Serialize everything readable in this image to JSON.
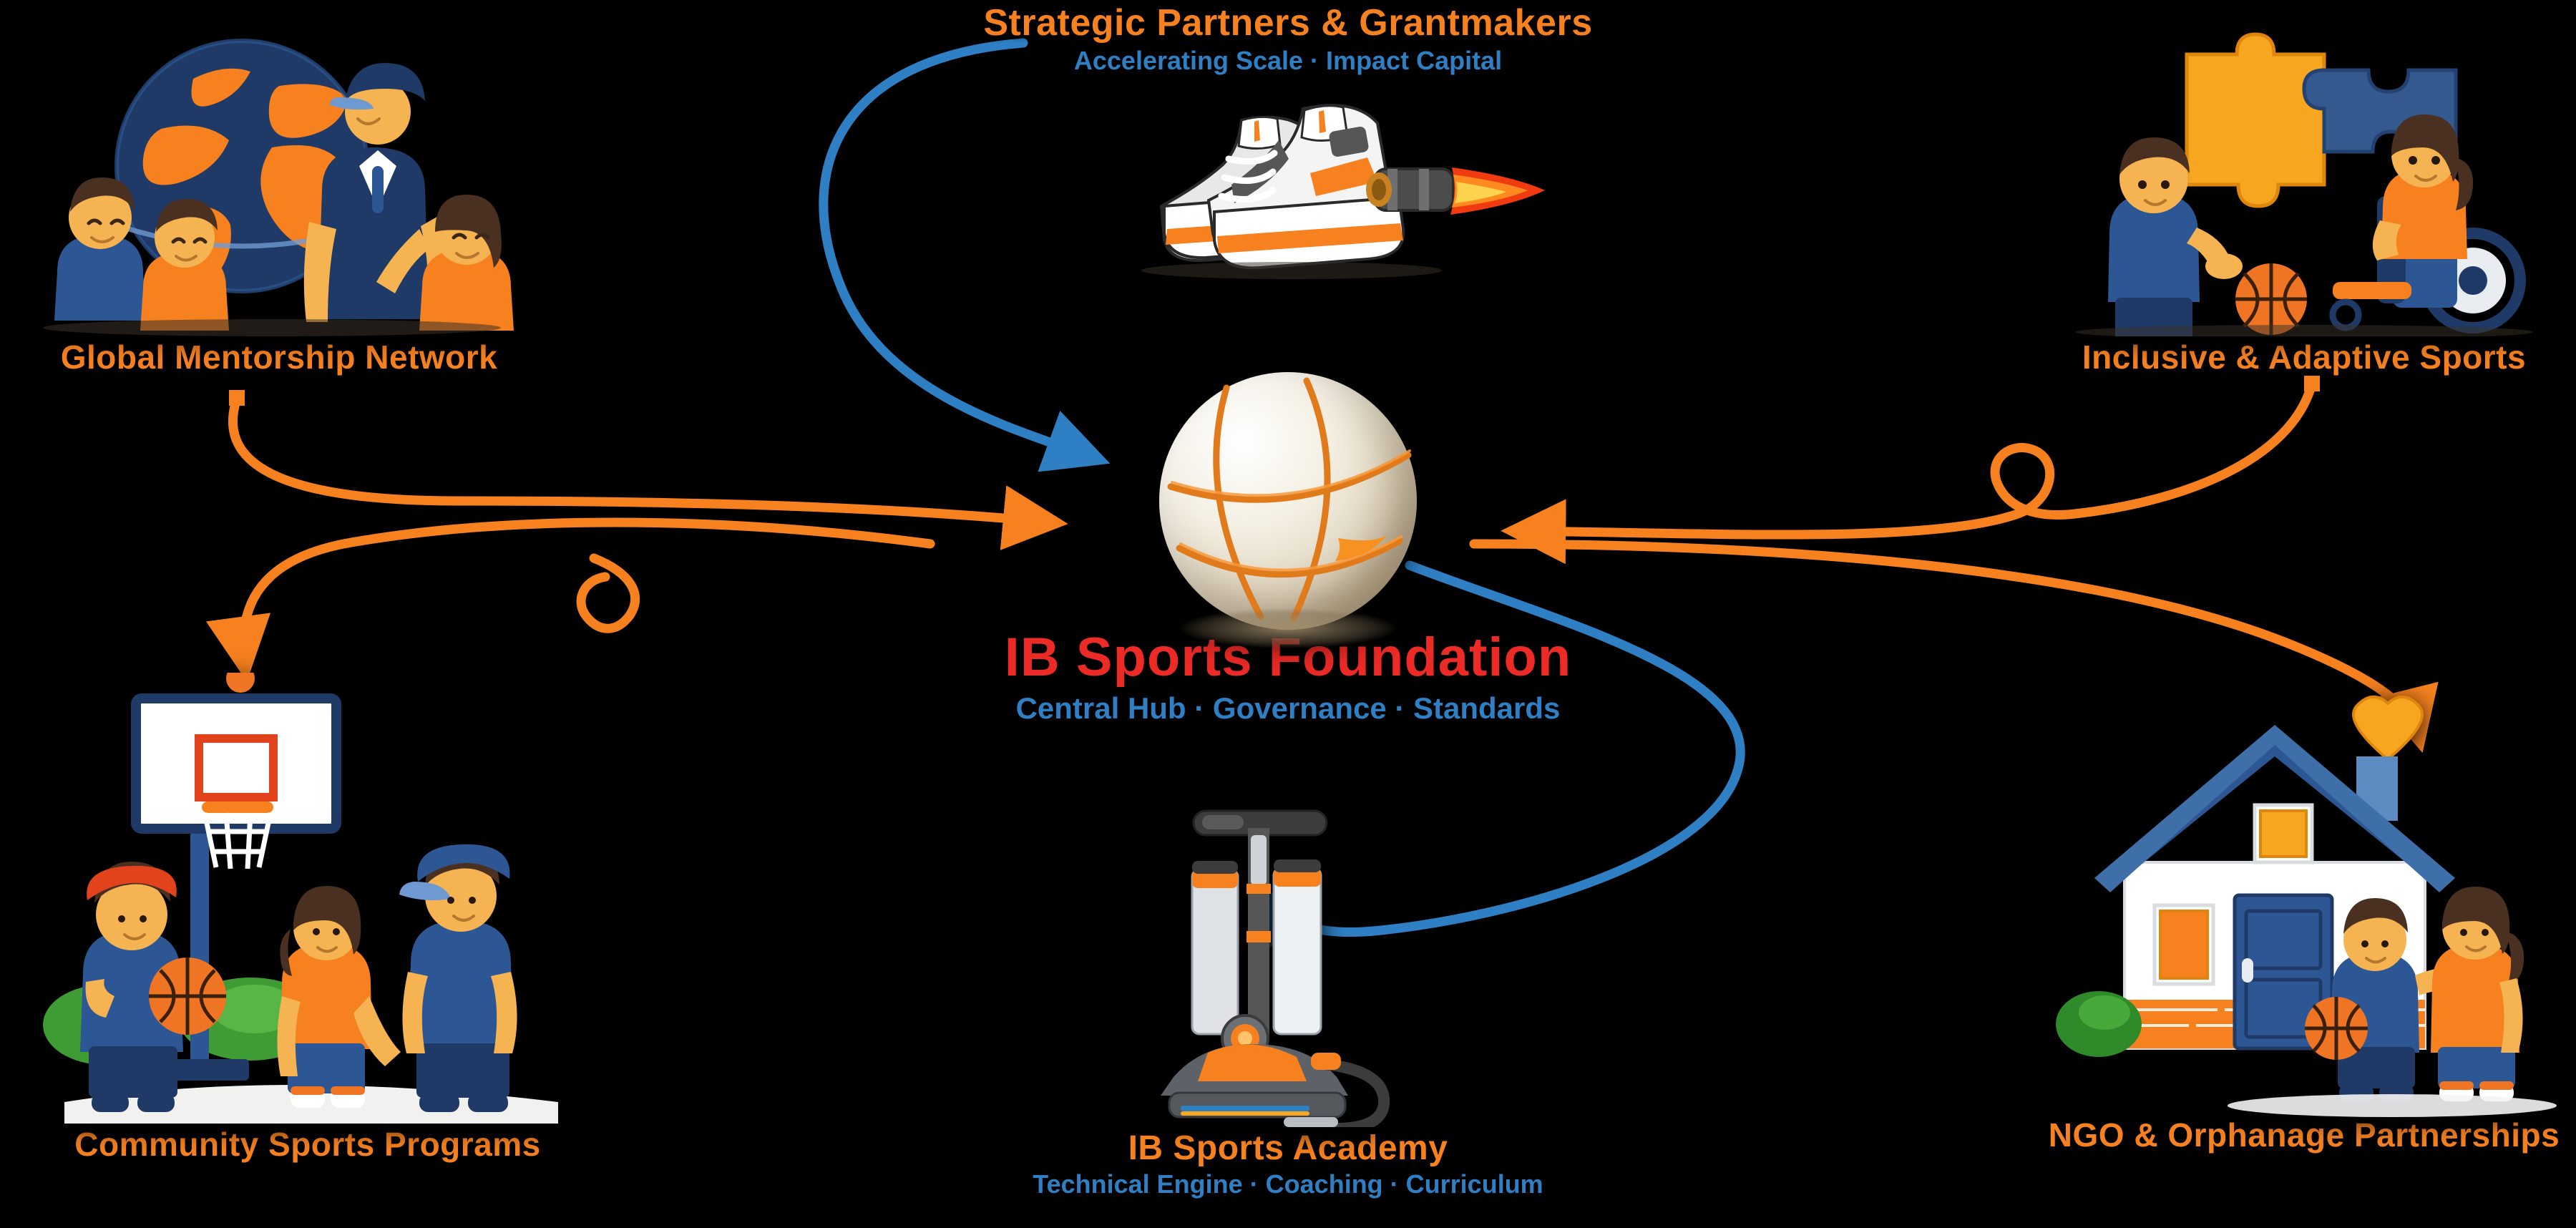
{
  "diagram": {
    "background_color": "#000000",
    "accent_orange": "#f7811f",
    "accent_blue": "#2f7fc4",
    "accent_red": "#ec2a26",
    "navy": "#1f3a66"
  },
  "center": {
    "title": "IB Sports Foundation",
    "subtitle": "Central Hub · Governance · Standards",
    "icon": "basketball-icon",
    "title_color": "#ec2a26",
    "subtitle_color": "#2f7fc4"
  },
  "nodes": [
    {
      "id": "global-mentorship-network",
      "title": "Global Mentorship Network",
      "subtitle": "",
      "title_color": "#f7811f",
      "icon": "globe-coach-children-icon",
      "position": "top-left"
    },
    {
      "id": "strategic-partners-grantmakers",
      "title": "Strategic Partners & Grantmakers",
      "subtitle": "Accelerating Scale · Impact Capital",
      "title_color": "#f7811f",
      "subtitle_color": "#2f7fc4",
      "icon": "rocket-sneakers-icon",
      "position": "top-center"
    },
    {
      "id": "inclusive-adaptive-sports",
      "title": "Inclusive & Adaptive Sports",
      "subtitle": "",
      "title_color": "#f7811f",
      "icon": "puzzle-wheelchair-children-icon",
      "position": "top-right"
    },
    {
      "id": "community-sports-programs",
      "title": "Community Sports Programs",
      "subtitle": "",
      "title_color": "#f7811f",
      "icon": "basketball-hoop-children-icon",
      "position": "bottom-left"
    },
    {
      "id": "ib-sports-academy",
      "title": "IB Sports Academy",
      "subtitle": "Technical Engine · Coaching · Curriculum",
      "title_color": "#f7811f",
      "subtitle_color": "#2f7fc4",
      "icon": "ball-pump-icon",
      "position": "bottom-center"
    },
    {
      "id": "ngo-orphanage-partnerships",
      "title": "NGO & Orphanage Partnerships",
      "subtitle": "",
      "title_color": "#f7811f",
      "icon": "house-heart-children-icon",
      "position": "bottom-right"
    }
  ],
  "connectors": [
    {
      "id": "partners-to-hub",
      "from": "strategic-partners-grantmakers",
      "to": "center",
      "color": "#2f7fc4",
      "style": "curved-arrow"
    },
    {
      "id": "mentorship-to-hub",
      "from": "global-mentorship-network",
      "to": "center",
      "color": "#f7811f",
      "style": "curved-arrow"
    },
    {
      "id": "inclusive-to-hub",
      "from": "inclusive-adaptive-sports",
      "to": "center",
      "color": "#f7811f",
      "style": "looped-arrow"
    },
    {
      "id": "hub-to-community",
      "from": "center",
      "to": "community-sports-programs",
      "color": "#f7811f",
      "style": "curved-arrow"
    },
    {
      "id": "hub-to-academy",
      "from": "center",
      "to": "ib-sports-academy",
      "color": "#2f7fc4",
      "style": "curved-arrow"
    },
    {
      "id": "hub-to-ngo",
      "from": "center",
      "to": "ngo-orphanage-partnerships",
      "color": "#f7811f",
      "style": "curved-arrow"
    }
  ]
}
